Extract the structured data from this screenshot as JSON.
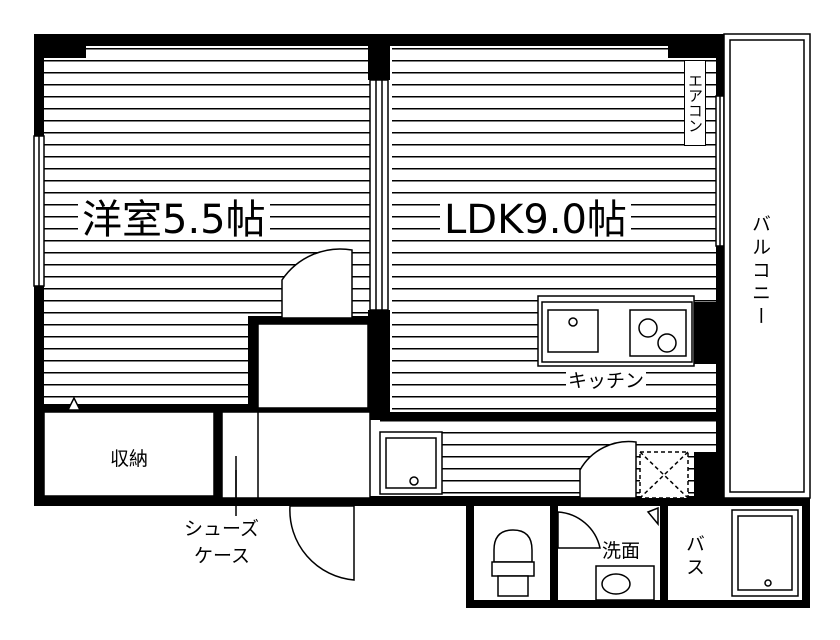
{
  "rooms": {
    "western_room": "洋室5.5帖",
    "ldk": "LDK9.0帖",
    "storage": "収納",
    "shoe_case_line1": "シューズ",
    "shoe_case_line2": "ケース",
    "kitchen": "キッチン",
    "balcony": "バルコニー",
    "aircon": "エアコン",
    "washroom": "洗面",
    "bath": "バス"
  },
  "colors": {
    "wall": "#000000",
    "floor": "#ffffff",
    "line": "#000000"
  }
}
